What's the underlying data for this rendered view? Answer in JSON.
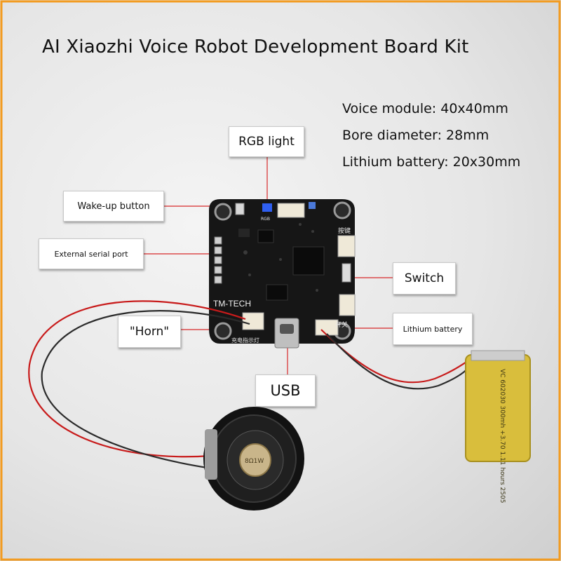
{
  "title": "AI Xiaozhi Voice Robot Development Board Kit",
  "specs": {
    "voice_module": "Voice module: 40x40mm",
    "bore_diameter": "Bore diameter: 28mm",
    "battery": "Lithium battery: 20x30mm"
  },
  "callouts": {
    "rgb": "RGB light",
    "wake": "Wake-up button",
    "serial": "External serial port",
    "switch": "Switch",
    "horn": "\"Horn\"",
    "battery": "Lithium battery",
    "usb": "USB"
  },
  "board_print": {
    "brand": "TM-TECH",
    "key": "按键",
    "power": "开关",
    "charge": "充电指示灯",
    "rgb": "RGB"
  },
  "battery_print": "VC 602030 300mh +3.70 1.11 hours 2505",
  "speaker_print": "8Ω1W"
}
